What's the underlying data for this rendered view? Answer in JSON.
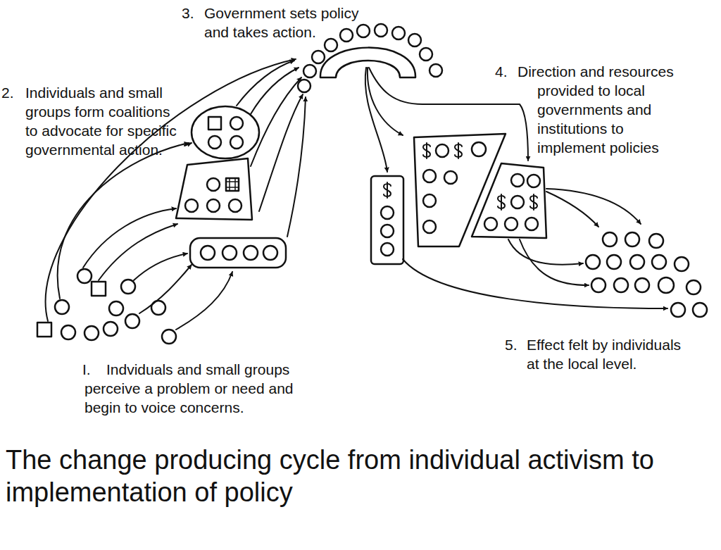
{
  "diagram": {
    "caption": "The change producing cycle from individual activism to implementation of policy",
    "labels": [
      "I.",
      "Indviduals and small groups perceive a problem or need and begin to voice concerns.",
      "2.",
      "Individuals and small groups form coalitions to advocate for specific governmental action.",
      "3.",
      "Government sets policy and takes action.",
      "4.",
      "Direction and resources provided to local governments and institutions to implement policies",
      "5.",
      "Effect felt by individuals at the local level."
    ]
  }
}
